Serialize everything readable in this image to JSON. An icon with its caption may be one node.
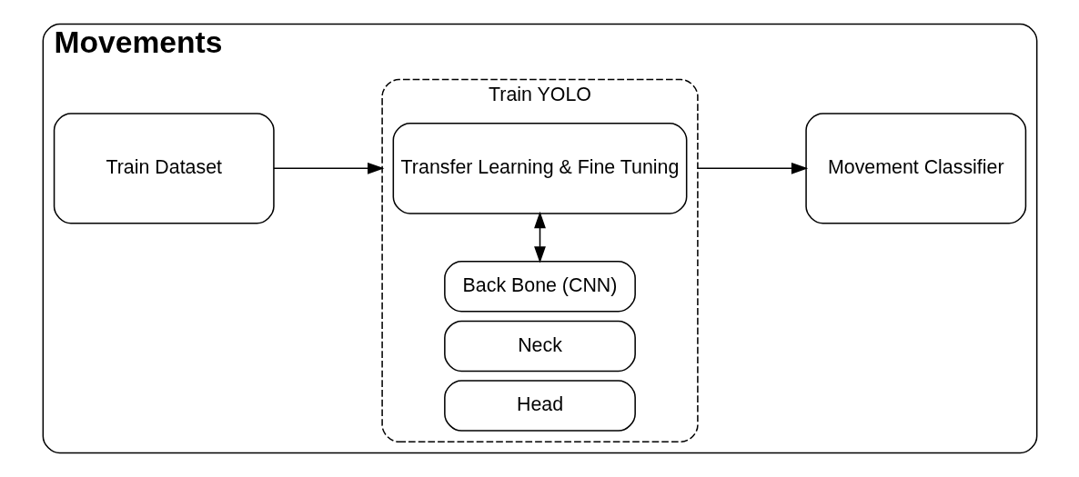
{
  "diagram": {
    "nodes": [
      {
        "text": [
          "Movements"
        ]
      },
      {
        "text": [
          "Train Dataset"
        ],
        "in": 0
      },
      {
        "text": [
          "Train YOLO"
        ],
        "in": 0
      },
      {
        "text": [
          "Transfer Learning & Fine Tuning"
        ],
        "in": 2
      },
      {
        "text": [
          "Back Bone (CNN)"
        ],
        "in": 2
      },
      {
        "text": [
          "Neck"
        ],
        "in": 2
      },
      {
        "text": [
          "Head"
        ],
        "in": 2
      },
      {
        "text": [
          "Movement Classifier"
        ],
        "in": 0
      }
    ],
    "edges": [
      {
        "from": 1,
        "to": 2,
        "arrow": "to"
      },
      {
        "from": 2,
        "to": 7,
        "arrow": "to"
      },
      {
        "from": 3,
        "to": 4,
        "arrow": "both"
      }
    ]
  }
}
